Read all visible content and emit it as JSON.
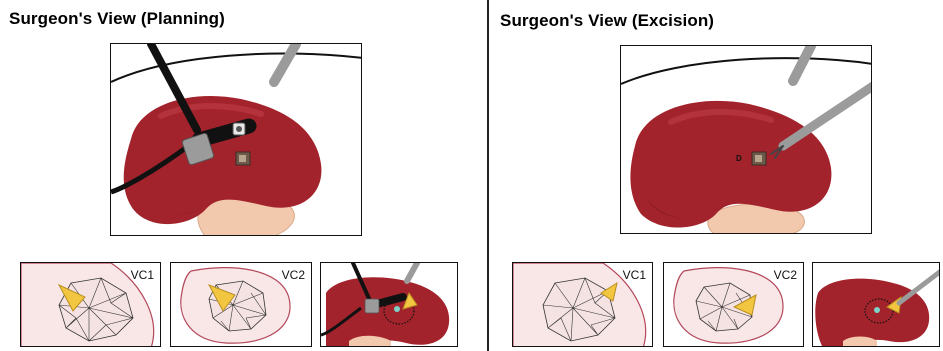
{
  "left": {
    "title": "Surgeon's View (Planning)",
    "thumbnails": [
      {
        "label": "VC1"
      },
      {
        "label": "VC2"
      },
      {
        "label": ""
      }
    ]
  },
  "right": {
    "title": "Surgeon's View (Excision)",
    "marker_label": "D",
    "thumbnails": [
      {
        "label": "VC1"
      },
      {
        "label": "VC2"
      },
      {
        "label": ""
      }
    ]
  },
  "colors": {
    "kidney": "#a3232c",
    "kidney_dark": "#7e1820",
    "tissue_pink": "#f9e6e7",
    "tissue_border": "#b3485a",
    "cone": "#f2c641",
    "fat": "#f3c9ad",
    "instrument_gray": "#9b9b9b"
  }
}
